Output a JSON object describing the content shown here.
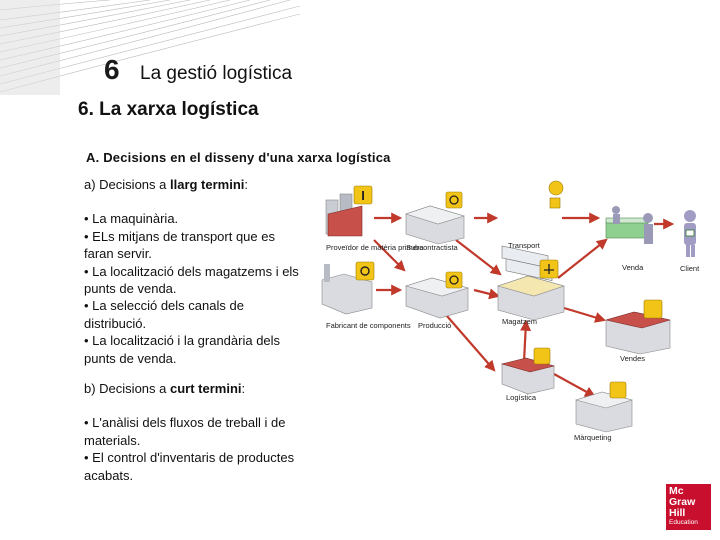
{
  "header": {
    "chapter_number": "6",
    "chapter_title": "La gestió logística"
  },
  "section_title": "6. La xarxa logística",
  "sub_title": "A. Decisions en el disseny d'una xarxa logística",
  "long_term": {
    "heading_prefix": "a) Decisions a ",
    "heading_bold": "llarg termini",
    "heading_suffix": ":",
    "bullets": [
      "• La maquinària.",
      "• ELs mitjans de transport que es faran servir.",
      "• La localització dels magatzems i els punts de venda.",
      "• La selecció dels canals de distribució.",
      "• La localització i la grandària dels punts de venda."
    ]
  },
  "short_term": {
    "heading_prefix": "b) Decisions a ",
    "heading_bold": "curt termini",
    "heading_suffix": ":",
    "bullets": [
      "• L'anàlisi dels fluxos de treball i de materials.",
      "• El control d'inventaris de productes acabats."
    ]
  },
  "diagram": {
    "labels": {
      "proveidor": "Proveïdor de matèria primera",
      "subcontractista": "Subcontractista",
      "transport": "Transport",
      "venda": "Venda",
      "client": "Client",
      "fabricant": "Fabricant de components",
      "produccio": "Producció",
      "magatzem": "Magatzem",
      "vendes": "Vendes",
      "logistica": "Logística",
      "marqueting": "Màrqueting"
    }
  },
  "logo": {
    "line1": "Mc",
    "line2": "Graw",
    "line3": "Hill",
    "line4": "Education"
  },
  "colors": {
    "arrow": "#c0392b",
    "icon_yellow": "#f2c417",
    "building_grey": "#c9ccd2",
    "logo_red": "#c8102e"
  }
}
